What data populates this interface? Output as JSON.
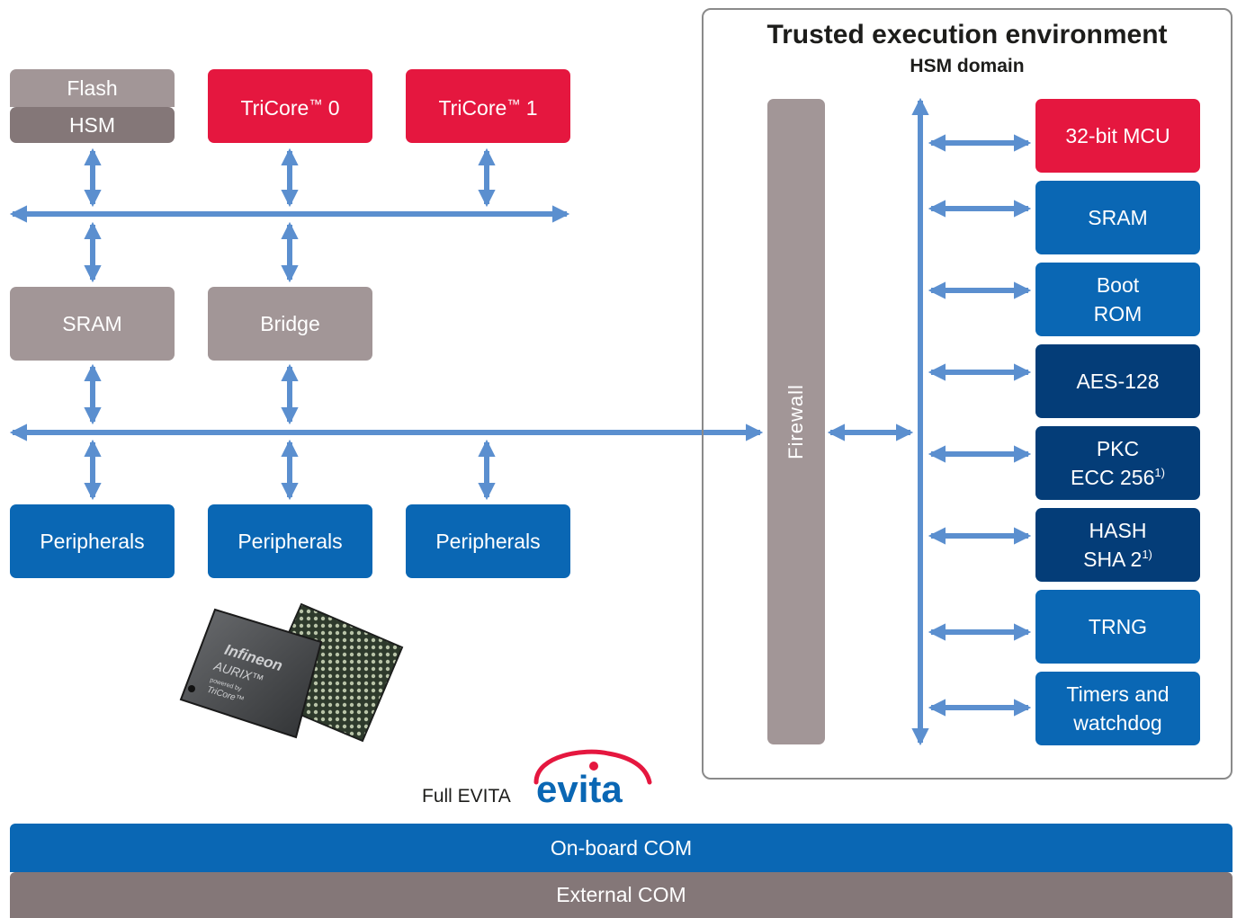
{
  "tee": {
    "title": "Trusted execution environment",
    "subtitle": "HSM domain",
    "firewall": "Firewall"
  },
  "cpu": {
    "flash": "Flash",
    "hsm": "HSM",
    "tricore0": {
      "text": "TriCore",
      "tm": "™",
      "num": " 0"
    },
    "tricore1": {
      "text": "TriCore",
      "tm": "™",
      "num": " 1"
    },
    "sram": "SRAM",
    "bridge": "Bridge",
    "peripherals": [
      "Peripherals",
      "Peripherals",
      "Peripherals"
    ]
  },
  "hsm_blocks": {
    "mcu": "32-bit MCU",
    "sram": "SRAM",
    "boot_line1": "Boot",
    "boot_line2": "ROM",
    "aes": "AES-128",
    "pkc_line1": "PKC",
    "pkc_line2": "ECC 256",
    "pkc_note": "1)",
    "hash_line1": "HASH",
    "hash_line2": "SHA 2",
    "hash_note": "1)",
    "trng": "TRNG",
    "timers_line1": "Timers and",
    "timers_line2": "watchdog"
  },
  "evita": {
    "label": "Full EVITA",
    "logo_text": "evita"
  },
  "chip": {
    "brand": "Infineon",
    "product": "AURIX™",
    "powered": "powered by",
    "core": "TriCore™"
  },
  "bars": {
    "onboard": "On-board COM",
    "external": "External COM"
  },
  "colors": {
    "red": "#e5173f",
    "blue": "#0a67b4",
    "navy": "#043d78",
    "gray": "#a29697",
    "arrow": "#5b8fcf",
    "dark_gray": "#847778"
  }
}
